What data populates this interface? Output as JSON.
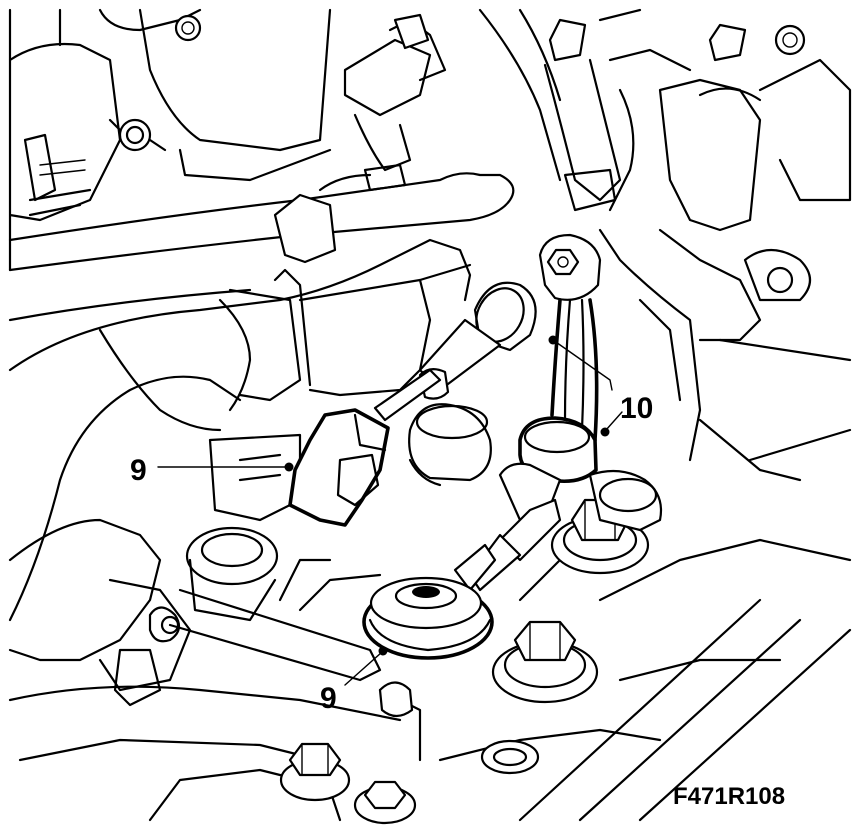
{
  "figure": {
    "code": "F471R108"
  },
  "callouts": [
    {
      "id": "9-upper",
      "label": "9"
    },
    {
      "id": "10",
      "label": "10"
    },
    {
      "id": "9-lower",
      "label": "9"
    }
  ]
}
